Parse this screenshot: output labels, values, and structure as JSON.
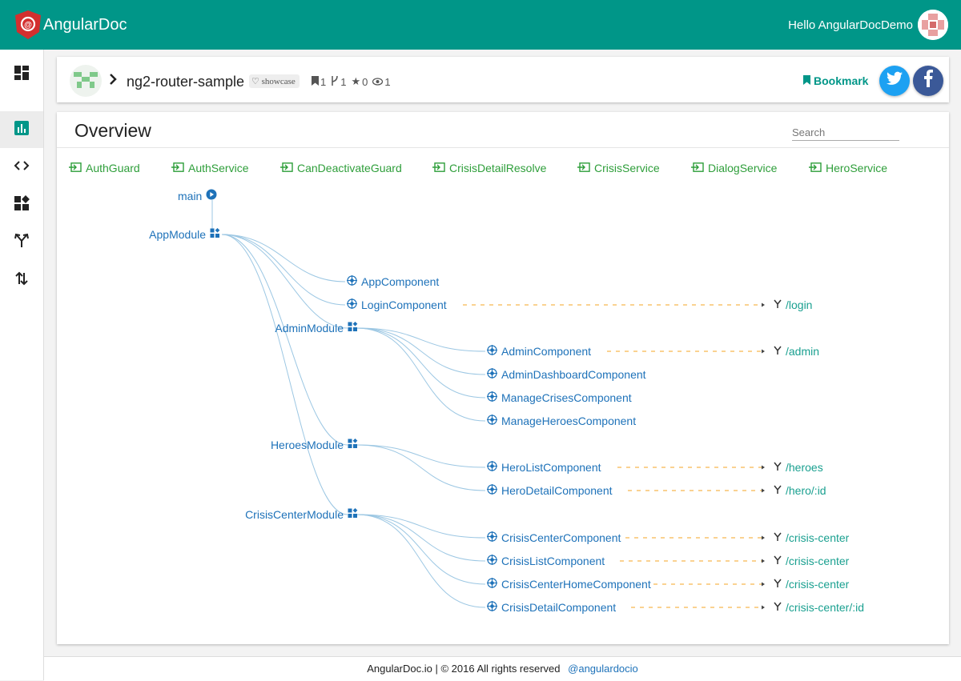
{
  "header": {
    "brand": "AngularDoc",
    "greeting": "Hello AngularDocDemo"
  },
  "sidebar": {
    "items": [
      {
        "icon": "dashboard-icon",
        "active": false
      },
      {
        "icon": "bar-chart-icon",
        "active": true
      },
      {
        "icon": "code-icon",
        "active": false
      },
      {
        "icon": "widgets-icon",
        "active": false
      },
      {
        "icon": "fork-icon",
        "active": false
      },
      {
        "icon": "sort-arrows-icon",
        "active": false
      }
    ]
  },
  "repo": {
    "name": "ng2-router-sample",
    "tag": "showcase",
    "stats": {
      "bookmarks": "1",
      "forks": "1",
      "stars": "0",
      "watchers": "1"
    },
    "bookmark_label": "Bookmark"
  },
  "overview": {
    "title": "Overview",
    "search_placeholder": "Search",
    "services": [
      "AuthGuard",
      "AuthService",
      "CanDeactivateGuard",
      "CrisisDetailResolve",
      "CrisisService",
      "DialogService",
      "HeroService"
    ],
    "main_label": "main",
    "modules": [
      "AppModule",
      "AdminModule",
      "HeroesModule",
      "CrisisCenterModule"
    ],
    "components": [
      "AppComponent",
      "LoginComponent",
      "AdminComponent",
      "AdminDashboardComponent",
      "ManageCrisesComponent",
      "ManageHeroesComponent",
      "HeroListComponent",
      "HeroDetailComponent",
      "CrisisCenterComponent",
      "CrisisListComponent",
      "CrisisCenterHomeComponent",
      "CrisisDetailComponent"
    ],
    "routes": [
      "/login",
      "/admin",
      "/heroes",
      "/hero/:id",
      "/crisis-center",
      "/crisis-center",
      "/crisis-center",
      "/crisis-center/:id"
    ]
  },
  "footer": {
    "text": "AngularDoc.io | © 2016 All rights reserved",
    "link": "@angulardocio"
  },
  "colors": {
    "accent": "#009688",
    "link": "#1e72b9",
    "service": "#2e9e3a",
    "route": "#1aa090",
    "dash": "#f5a623",
    "edge": "#9cc7e3",
    "twitter": "#1da1f2",
    "facebook": "#3b5998"
  }
}
